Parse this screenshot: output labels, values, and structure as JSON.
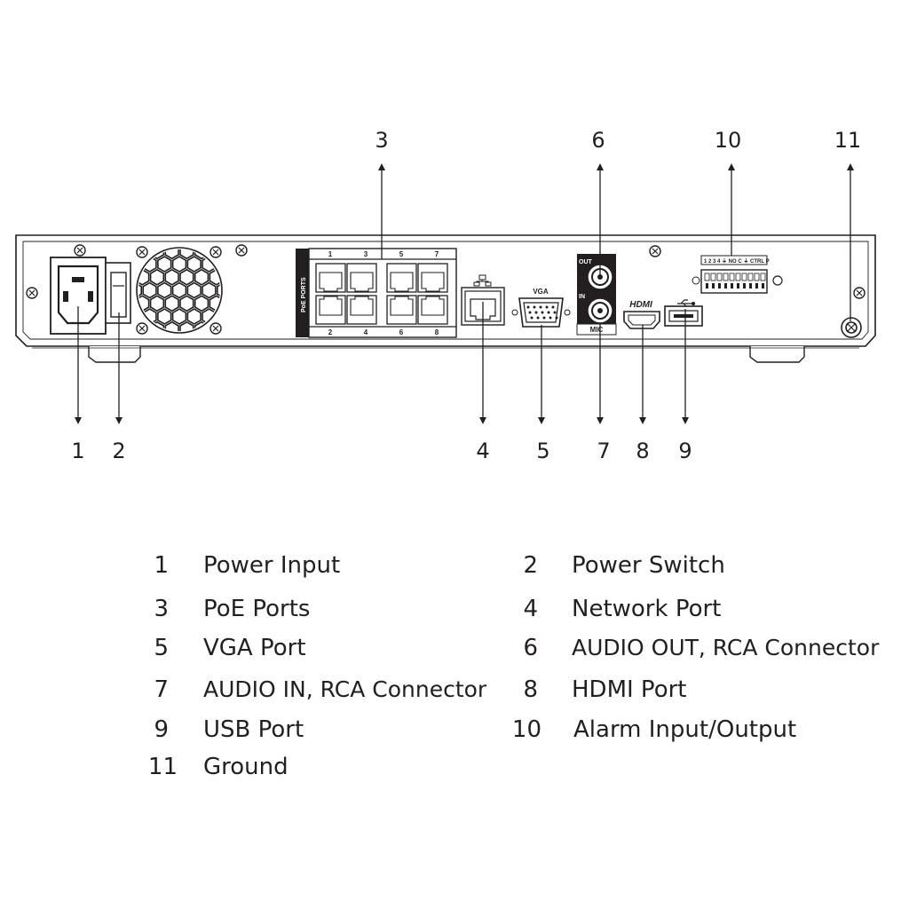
{
  "panel": {
    "poe_label": "PoE PORTS",
    "poe_top_numbers": [
      "1",
      "3",
      "5",
      "7"
    ],
    "poe_bottom_numbers": [
      "2",
      "4",
      "6",
      "8"
    ],
    "vga_label": "VGA",
    "audio_out_label": "OUT",
    "audio_in_label": "IN",
    "mic_label": "MIC",
    "hdmi_label": "HDMI",
    "usb_label": "USB",
    "alarm_label": "1 2 3 4 ⏚ NO C ⏚ CTRL P"
  },
  "callouts": [
    "1",
    "2",
    "3",
    "4",
    "5",
    "6",
    "7",
    "8",
    "9",
    "10",
    "11"
  ],
  "legend": [
    {
      "num": "1",
      "text": "Power Input"
    },
    {
      "num": "2",
      "text": "Power Switch"
    },
    {
      "num": "3",
      "text": "PoE Ports"
    },
    {
      "num": "4",
      "text": "Network Port"
    },
    {
      "num": "5",
      "text": "VGA Port"
    },
    {
      "num": "6",
      "text": "AUDIO OUT, RCA Connector"
    },
    {
      "num": "7",
      "text": "AUDIO IN, RCA Connector"
    },
    {
      "num": "8",
      "text": "HDMI Port"
    },
    {
      "num": "9",
      "text": "USB Port"
    },
    {
      "num": "10",
      "text": "Alarm Input/Output"
    },
    {
      "num": "11",
      "text": "Ground"
    }
  ]
}
